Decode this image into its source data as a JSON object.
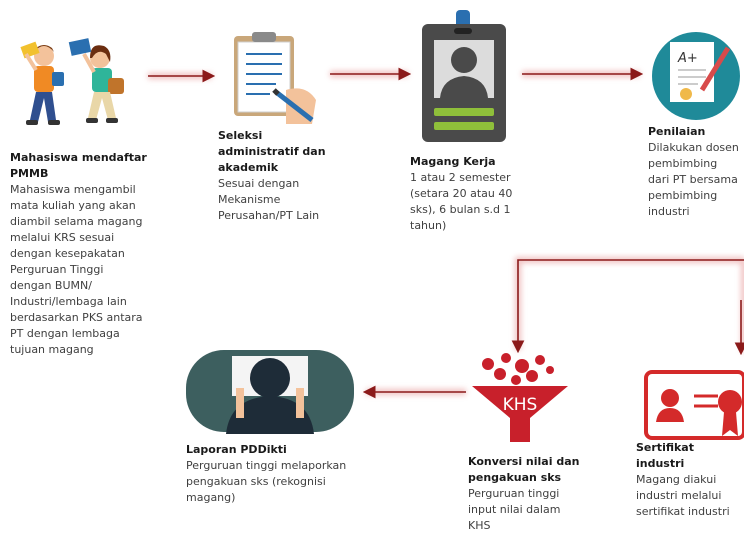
{
  "colors": {
    "arrow": "#8b1a1a",
    "arrow_glow": "#e38a8a",
    "funnel": "#c8202b",
    "certificate": "#d42a2a",
    "badge_bg": "#4a4a4a",
    "badge_bar": "#8fbf3a",
    "teal": "#1f8a99"
  },
  "steps": [
    {
      "icon": "students-icon",
      "title": "Mahasiswa mendaftar\nPMMB",
      "desc": "Mahasiswa mengambil\nmata kuliah yang akan\ndiambil selama magang\nmelalui KRS sesuai\ndengan kesepakatan\nPerguruan Tinggi\ndengan BUMN/\nIndustri/lembaga lain\nberdasarkan PKS antara\nPT dengan lembaga\ntujuan magang"
    },
    {
      "icon": "clipboard-icon",
      "title": "Seleksi\nadministratif dan\nakademik",
      "desc": "Sesuai dengan\nMekanisme\nPerusahan/PT Lain"
    },
    {
      "icon": "id-badge-icon",
      "title": "Magang Kerja",
      "desc": "1 atau 2 semester\n(setara 20 atau 40\nsks), 6 bulan s.d 1\ntahun)"
    },
    {
      "icon": "graded-paper-icon",
      "title": "Penilaian",
      "desc": "Dilakukan dosen\npembimbing\ndari PT bersama\npembimbing\nindustri",
      "grade": "A+"
    },
    {
      "icon": "certificate-icon",
      "title": "Sertifikat industri",
      "desc": "Magang diakui\nindustri melalui\nsertifikat industri"
    },
    {
      "icon": "khs-funnel-icon",
      "title": "Konversi nilai dan\npengakuan sks",
      "desc": "Perguruan tinggi\ninput nilai dalam\nKHS",
      "funnel_label": "KHS"
    },
    {
      "icon": "laptop-user-icon",
      "title": "Laporan PDDikti",
      "desc": "Perguruan tinggi melaporkan\npengakuan sks (rekognisi\nmagang)"
    }
  ]
}
